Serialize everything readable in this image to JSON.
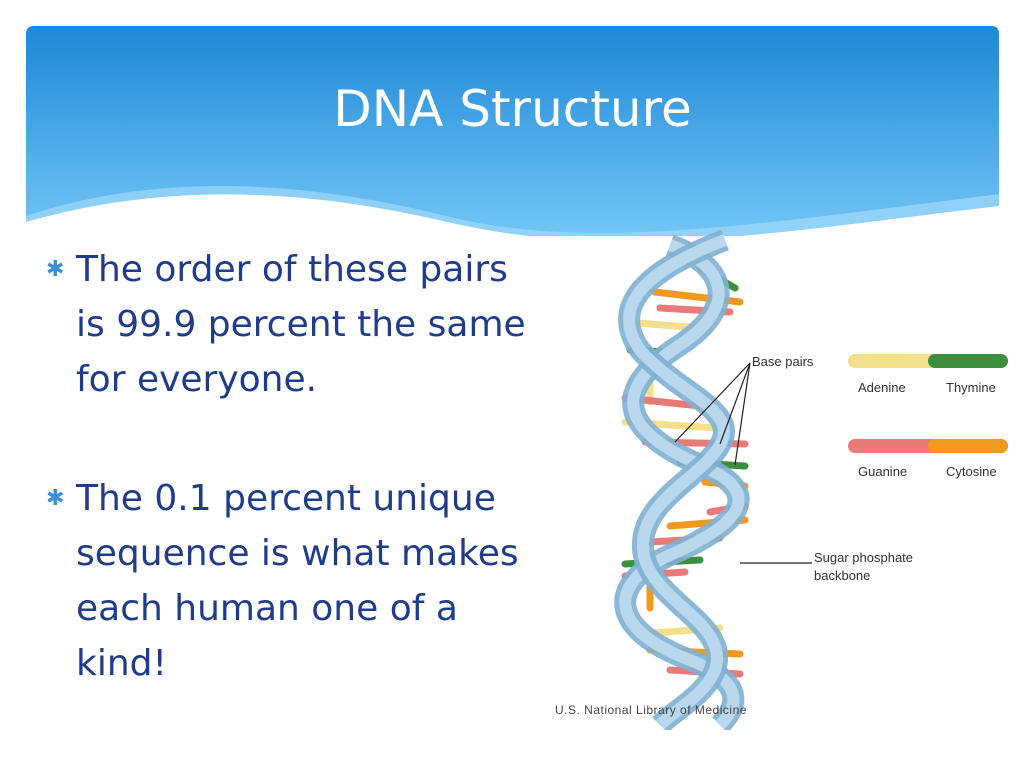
{
  "slide": {
    "title": "DNA Structure",
    "bullets": [
      "The order of these pairs is 99.9 percent the same for everyone.",
      "The 0.1 percent unique sequence is what makes each human one of a kind!"
    ],
    "bullet_icon": "asterisk-icon"
  },
  "figure": {
    "label_base_pairs": "Base pairs",
    "label_backbone_line1": "Sugar phosphate",
    "label_backbone_line2": "backbone",
    "legend": {
      "adenine": "Adenine",
      "thymine": "Thymine",
      "guanine": "Guanine",
      "cytosine": "Cytosine"
    },
    "credit": "U.S. National Library of Medicine"
  },
  "colors": {
    "banner_top": "#1e87d6",
    "banner_bottom": "#6fc3f5",
    "text": "#1f3b8c",
    "bullet": "#3a8fd6",
    "adenine": "#f2e08a",
    "thymine": "#3c8f3c",
    "guanine": "#e87a7a",
    "cytosine": "#ef9a1c",
    "backbone": "#9cc4df"
  }
}
